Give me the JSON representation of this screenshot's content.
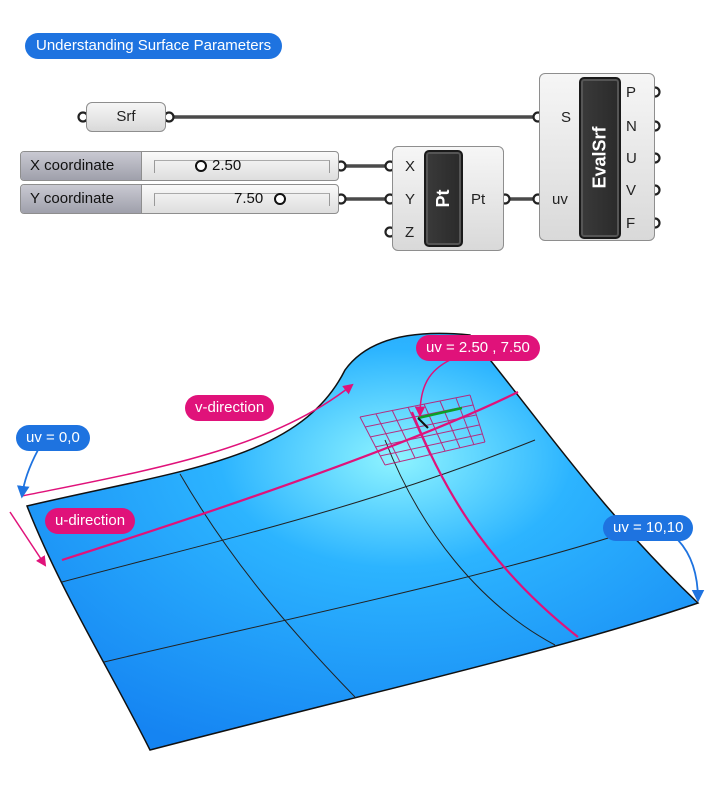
{
  "title": "Understanding Surface Parameters",
  "colors": {
    "accent_blue": "#1e73e0",
    "accent_pink": "#e0127a",
    "surface": "#1aa0ff"
  },
  "nodes": {
    "srf": {
      "label": "Srf"
    },
    "x_slider": {
      "label": "X coordinate",
      "value": "2.50",
      "fraction": 0.25
    },
    "y_slider": {
      "label": "Y coordinate",
      "value": "7.50",
      "fraction": 0.75
    },
    "pt": {
      "name": "Pt",
      "inputs": [
        "X",
        "Y",
        "Z"
      ],
      "output": "Pt"
    },
    "evalsrf": {
      "name": "EvalSrf",
      "inputs": [
        "S",
        "uv"
      ],
      "outputs": [
        "P",
        "N",
        "U",
        "V",
        "F"
      ]
    }
  },
  "annotations": {
    "uv_origin": "uv = 0,0",
    "uv_end": "uv = 10,10",
    "uv_point": "uv = 2.50 , 7.50",
    "u_direction": "u-direction",
    "v_direction": "v-direction"
  }
}
